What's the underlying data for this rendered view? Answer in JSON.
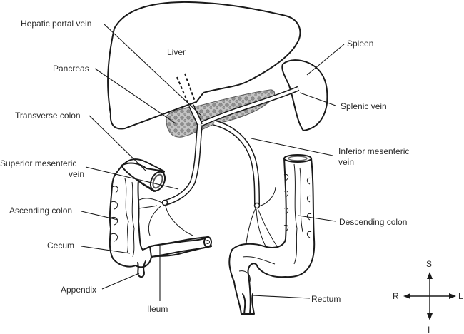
{
  "title": "Hepatic portal circulation",
  "organs": {
    "liver": "Liver"
  },
  "labels": {
    "hepatic_portal_vein": "Hepatic portal vein",
    "pancreas": "Pancreas",
    "transverse_colon": "Transverse colon",
    "superior_mesenteric_vein_line1": "Superior mesenteric",
    "superior_mesenteric_vein_line2": "vein",
    "ascending_colon": "Ascending colon",
    "cecum": "Cecum",
    "appendix": "Appendix",
    "ileum": "Ileum",
    "spleen": "Spleen",
    "splenic_vein": "Splenic vein",
    "inferior_mesenteric_vein_line1": "Inferior mesenteric",
    "inferior_mesenteric_vein_line2": "vein",
    "descending_colon": "Descending colon",
    "rectum": "Rectum"
  },
  "compass": {
    "superior": "S",
    "inferior": "I",
    "right": "R",
    "left": "L"
  },
  "colors": {
    "outline": "#1a1a1a",
    "spleen_fill": "#b8b8b8",
    "pancreas_fill": "#9a9a9a",
    "text": "#2b2b2b"
  }
}
